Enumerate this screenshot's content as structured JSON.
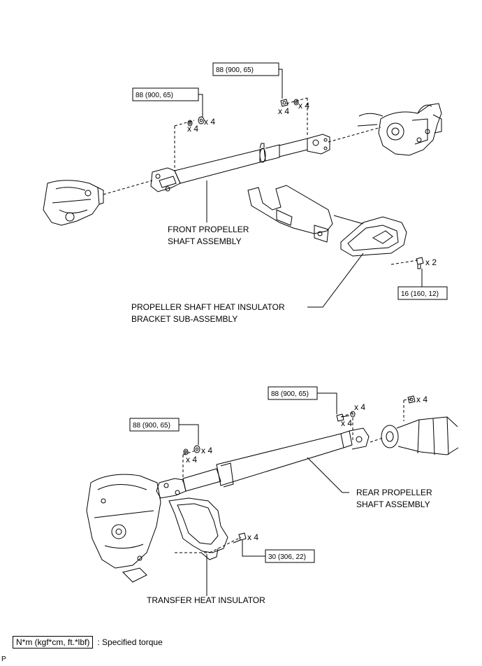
{
  "front": {
    "torque_top": "88 (900, 65)",
    "torque_left": "88 (900, 65)",
    "qty_top_a": "x 4",
    "qty_top_b": "x 4",
    "qty_left_a": "x 4",
    "qty_left_b": "x 4",
    "label_line1": "FRONT PROPELLER",
    "label_line2": "SHAFT ASSEMBLY"
  },
  "bracket": {
    "torque": "16 (160, 12)",
    "qty": "x 2",
    "label_line1": "PROPELLER SHAFT HEAT INSULATOR",
    "label_line2": "BRACKET SUB-ASSEMBLY"
  },
  "rear": {
    "torque_right": "88 (900, 65)",
    "torque_left": "88 (900, 65)",
    "qty_right_a": "x 4",
    "qty_right_b": "x 4",
    "qty_far": "x 4",
    "qty_left_a": "x 4",
    "qty_left_b": "x 4",
    "label_line1": "REAR PROPELLER",
    "label_line2": "SHAFT ASSEMBLY"
  },
  "transfer": {
    "torque": "30 (306, 22)",
    "qty": "x 4",
    "label": "TRANSFER HEAT INSULATOR"
  },
  "legend": {
    "unit": "N*m (kgf*cm, ft.*lbf)",
    "description": ": Specified torque"
  },
  "figure_code": "P"
}
